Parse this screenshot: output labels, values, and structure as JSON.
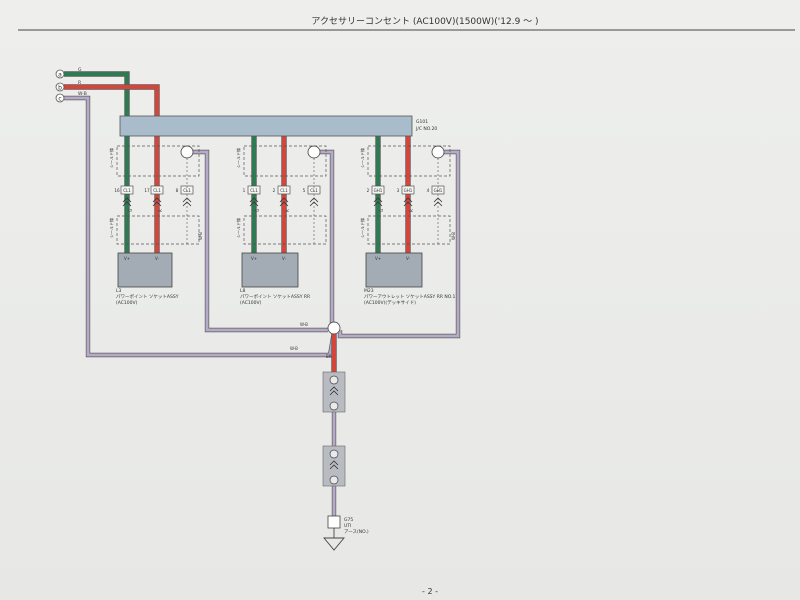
{
  "header": {
    "title": "アクセサリーコンセント (AC100V)(1500W)('12.9 ～ )"
  },
  "terminals": [
    {
      "letter": "a",
      "wire": "G"
    },
    {
      "letter": "b",
      "wire": "R"
    },
    {
      "letter": "c",
      "wire": "W-B"
    }
  ],
  "connector_block": {
    "code": "G101",
    "name": "J/C NO.20"
  },
  "components": [
    {
      "ref": "L3",
      "name": "パワーポイント ソケットASSY",
      "spec": "(AC100V)",
      "pins": [
        "16",
        "17",
        "8"
      ],
      "conns": [
        "CL1",
        "CL1",
        "CL1"
      ],
      "box_pins": [
        "V+",
        "V-"
      ]
    },
    {
      "ref": "L8",
      "name": "パワーポイント ソケットASSY RR",
      "spec": "(AC100V)",
      "pins": [
        "1",
        "2",
        "5"
      ],
      "conns": [
        "CL1",
        "CL1",
        "CL1"
      ],
      "box_pins": [
        "V+",
        "V-"
      ]
    },
    {
      "ref": "M23",
      "name": "パワーアウトレット ソケットASSY RR NO.1",
      "spec": "(AC100V)(デッキサイド)",
      "pins": [
        "2",
        "3",
        "4"
      ],
      "conns": [
        "GH1",
        "GH1",
        "GH1"
      ],
      "box_pins": [
        "V+",
        "V-"
      ]
    }
  ],
  "shield_label": "シールド線",
  "wire_labels": {
    "green": "G",
    "red": "R",
    "white_black": "W-B",
    "brown": "BR"
  },
  "ground": {
    "code": "G75",
    "sub": "UTI",
    "name": "アース(NO.)"
  },
  "page_number": "- 2 -",
  "colors": {
    "green": "#2f7a52",
    "red": "#d4453c",
    "wb": "#b5aac8",
    "block": "#a8bccc",
    "device": "#a3acb4"
  }
}
